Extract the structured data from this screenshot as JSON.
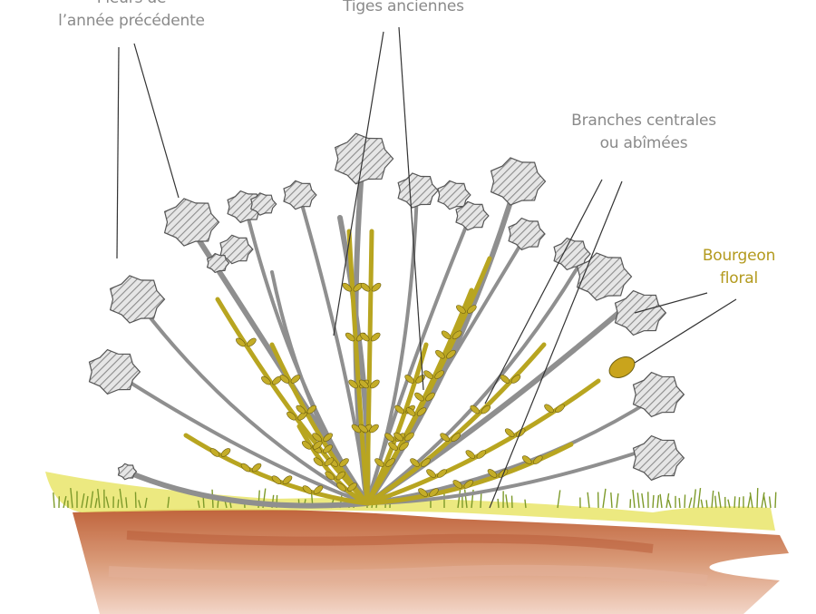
{
  "labels": {
    "previous_flowers": {
      "line1": "Fleurs de",
      "line2": "l’année précédente"
    },
    "old_stems": "Tiges anciennes",
    "central_branches": {
      "line1": "Branches centrales",
      "line2": "ou abîmées"
    },
    "flower_bud": {
      "line1": "Bourgeon",
      "line2": "floral"
    }
  },
  "colors": {
    "label_grey": "#8a8a8a",
    "label_gold": "#b39a1e",
    "new_stem": "#b8a520",
    "old_stem": "#8f8f8f",
    "soil": "#c8704a",
    "grass": "#c9c83a"
  }
}
